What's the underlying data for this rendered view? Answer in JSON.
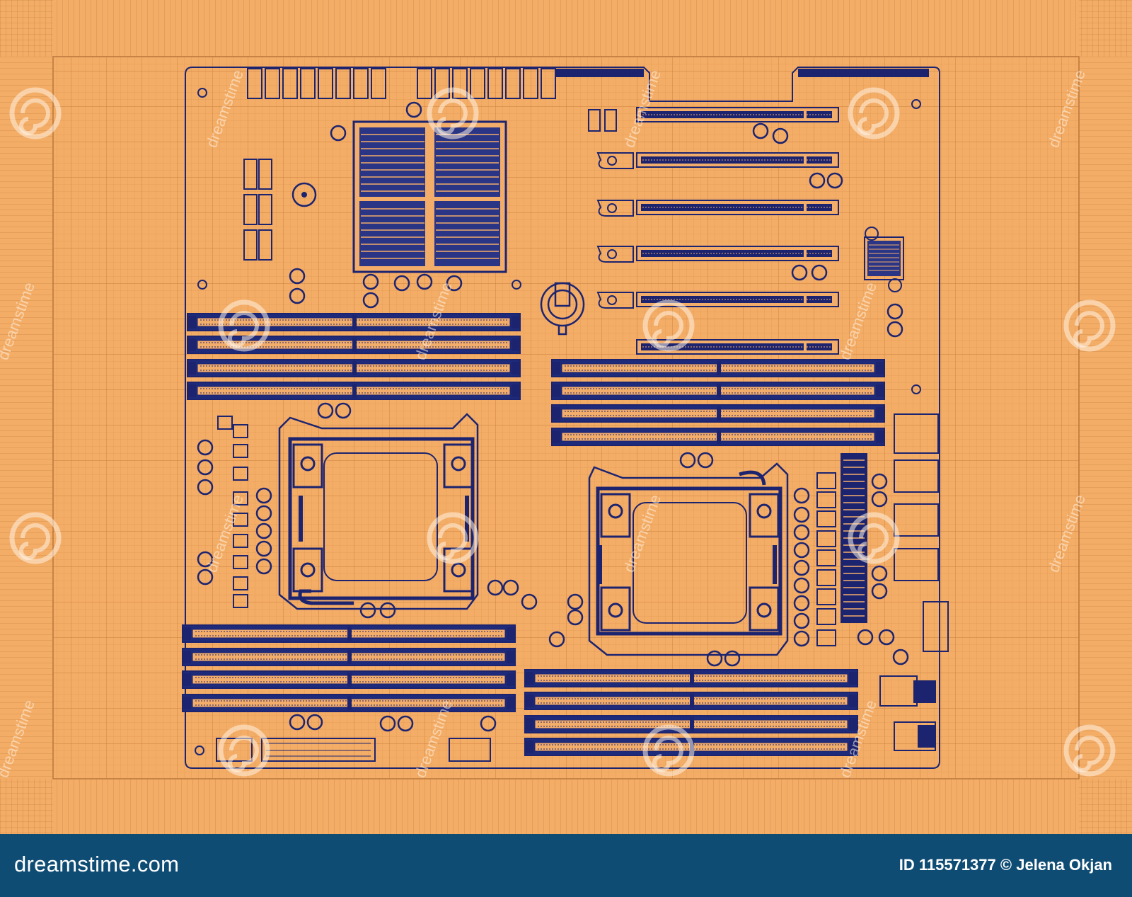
{
  "illustration": {
    "subject": "motherboard-blueprint",
    "paper_color": "#f4ad66",
    "paper_edge_color": "#eb9c52",
    "ink_color": "#1c2470",
    "watermark_color": "#fff3e4",
    "watermark_text": "dreamstime"
  },
  "footer": {
    "background": "#0f4c74",
    "brand": "dreamstime.com",
    "image_id": "ID 115571377",
    "copyright_symbol": "©",
    "author": "Jelena Okjan"
  }
}
